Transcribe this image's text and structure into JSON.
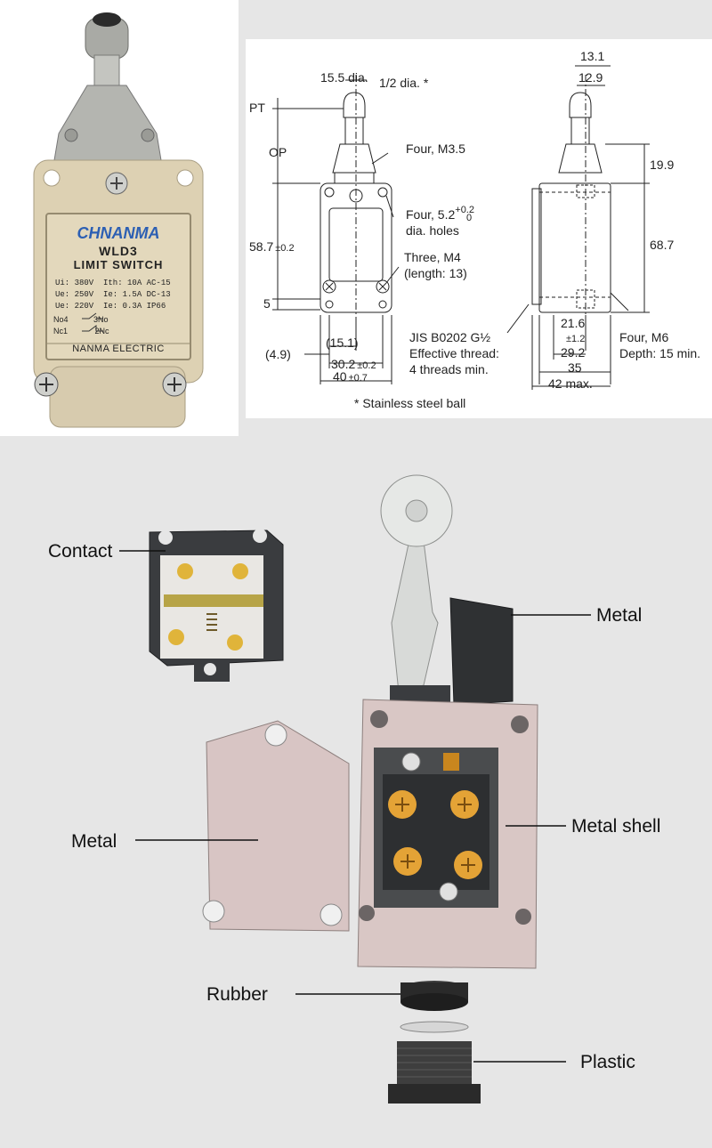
{
  "product": {
    "brand": "CHNANMA",
    "model": "WLD3",
    "type": "LIMIT SWITCH",
    "specs": [
      [
        "Ui:",
        "380V",
        "Ith:",
        "10A",
        "AC-15"
      ],
      [
        "Ue:",
        "250V",
        "Ie:",
        "1.5A",
        "DC-13"
      ],
      [
        "Ue:",
        "220V",
        "Ie:",
        "0.3A",
        "IP66"
      ]
    ],
    "contacts": {
      "no": "No4",
      "no_right": "3No",
      "nc": "Nc1",
      "nc_right": "2Nc"
    },
    "maker": "NANMA ELECTRIC"
  },
  "drawing": {
    "front": {
      "ball_dia": "15.5 dia.",
      "half_dia": "1/2 dia. *",
      "pt": "PT",
      "op": "OP",
      "screws": "Four, M3.5",
      "holes_a": "Four, 5.2",
      "holes_sup": "+0.2",
      "holes_sub": "0",
      "holes_b": "dia. holes",
      "three_m4_a": "Three, M4",
      "three_m4_b": "(length: 13)",
      "height": "58.7",
      "height_tol": "±0.2",
      "five": "5",
      "offset": "(4.9)",
      "center": "(15.1)",
      "pitch": "30.2",
      "pitch_tol": "±0.2",
      "width": "40",
      "width_tol": "±0.7"
    },
    "side": {
      "d131": "13.1",
      "d129": "12.9",
      "d199": "19.9",
      "d687": "68.7",
      "d216": "21.6",
      "d216_tol": "±1.2",
      "d292": "29.2",
      "d35": "35",
      "d42": "42 max.",
      "m6_a": "Four, M6",
      "m6_b": "Depth: 15 min.",
      "thread_a": "JIS B0202 G½",
      "thread_b": "Effective thread:",
      "thread_c": "4 threads min."
    },
    "footnote": "* Stainless steel ball"
  },
  "parts": {
    "contact": "Contact",
    "metal_top": "Metal",
    "metal_cover": "Metal",
    "metal_shell": "Metal shell",
    "rubber": "Rubber",
    "plastic": "Plastic"
  }
}
